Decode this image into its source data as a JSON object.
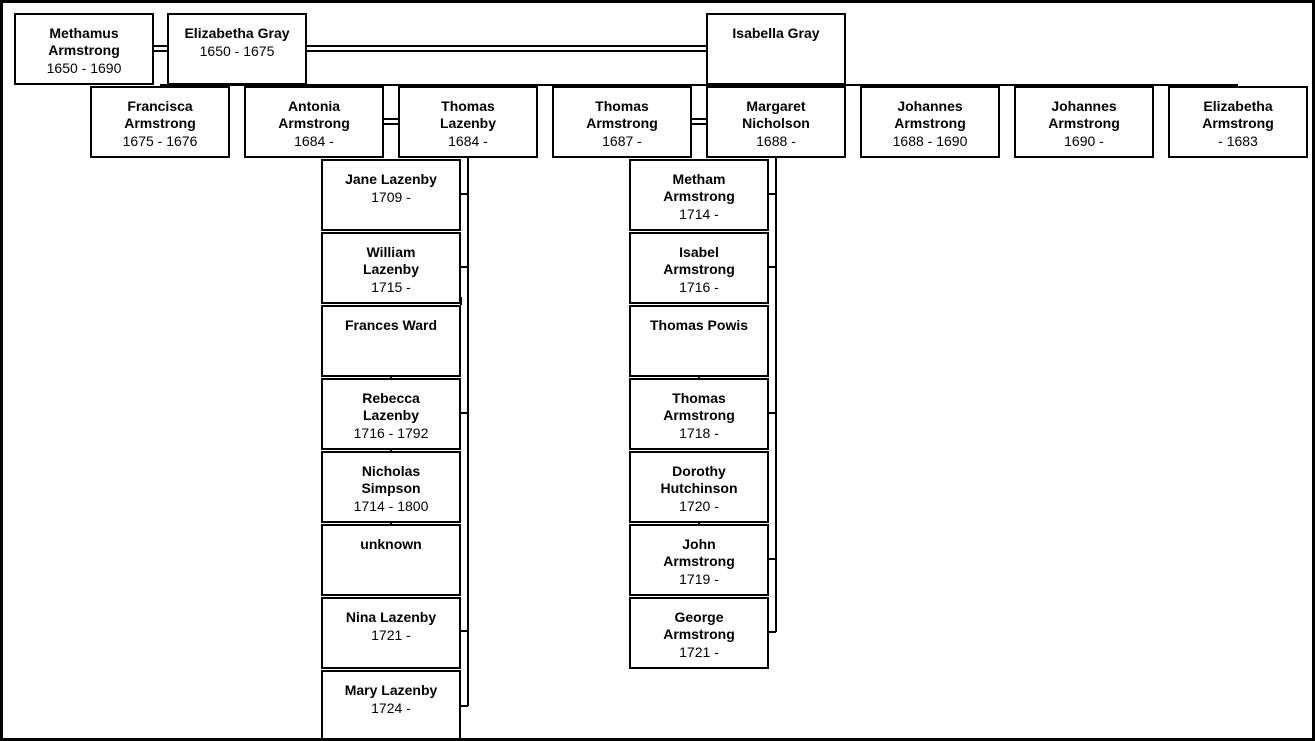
{
  "people": {
    "methamus": {
      "name": "Methamus\nArmstrong",
      "dates": "1650 - 1690"
    },
    "elizabetha_gray": {
      "name": "Elizabetha Gray",
      "dates": "1650 - 1675"
    },
    "isabella_gray": {
      "name": "Isabella Gray",
      "dates": ""
    },
    "francisca": {
      "name": "Francisca\nArmstrong",
      "dates": "1675 - 1676"
    },
    "antonia": {
      "name": "Antonia\nArmstrong",
      "dates": "1684 -"
    },
    "thomas_lazenby": {
      "name": "Thomas\nLazenby",
      "dates": "1684 -"
    },
    "thomas_armstrong": {
      "name": "Thomas\nArmstrong",
      "dates": "1687 -"
    },
    "margaret": {
      "name": "Margaret\nNicholson",
      "dates": "1688 -"
    },
    "johannes_1688": {
      "name": "Johannes\nArmstrong",
      "dates": "1688 - 1690"
    },
    "johannes_1690": {
      "name": "Johannes\nArmstrong",
      "dates": "1690 -"
    },
    "elizabetha_armstrong": {
      "name": "Elizabetha\nArmstrong",
      "dates": "- 1683"
    },
    "jane_lazenby": {
      "name": "Jane Lazenby",
      "dates": "1709 -"
    },
    "william_lazenby": {
      "name": "William\nLazenby",
      "dates": "1715 -"
    },
    "frances_ward": {
      "name": "Frances Ward",
      "dates": ""
    },
    "rebecca_lazenby": {
      "name": "Rebecca\nLazenby",
      "dates": "1716 - 1792"
    },
    "nicholas_simpson": {
      "name": "Nicholas\nSimpson",
      "dates": "1714 - 1800"
    },
    "unknown": {
      "name": "unknown",
      "dates": ""
    },
    "nina_lazenby": {
      "name": "Nina Lazenby",
      "dates": "1721 -"
    },
    "mary_lazenby": {
      "name": "Mary Lazenby",
      "dates": "1724 -"
    },
    "metham_armstrong": {
      "name": "Metham\nArmstrong",
      "dates": "1714 -"
    },
    "isabel_armstrong": {
      "name": "Isabel\nArmstrong",
      "dates": "1716 -"
    },
    "thomas_powis": {
      "name": "Thomas Powis",
      "dates": ""
    },
    "thomas_armstrong_1718": {
      "name": "Thomas\nArmstrong",
      "dates": "1718 -"
    },
    "dorothy_hutchinson": {
      "name": "Dorothy\nHutchinson",
      "dates": "1720 -"
    },
    "john_armstrong": {
      "name": "John\nArmstrong",
      "dates": "1719 -"
    },
    "george_armstrong": {
      "name": "George\nArmstrong",
      "dates": "1721 -"
    }
  }
}
